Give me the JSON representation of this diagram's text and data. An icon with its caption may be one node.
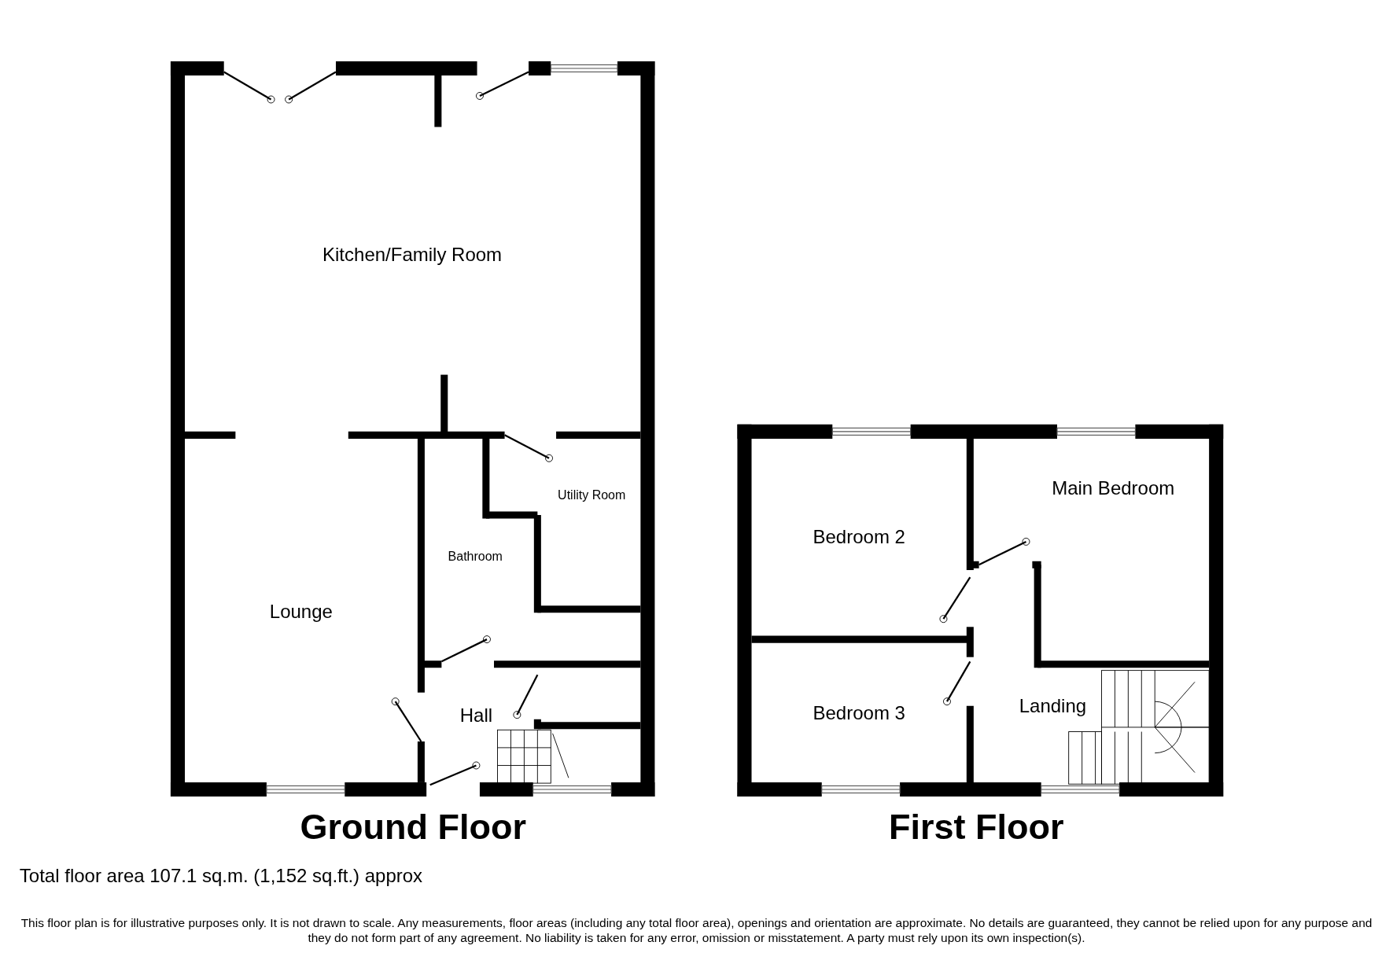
{
  "diagram": {
    "labels": [
      "Kitchen/Family Room",
      "Lounge",
      "Bathroom",
      "Utility Room",
      "Hall",
      "Bedroom 2",
      "Main Bedroom",
      "Bedroom 3",
      "Landing",
      "Ground Floor",
      "First Floor",
      "Total floor area 107.1 sq.m. (1,152 sq.ft.) approx",
      "This floor plan is for illustrative purposes only. It is not drawn to scale. Any measurements, floor areas (including any total floor area), openings and orientation are approximate. No details are guaranteed, they cannot be relied upon for any purpose and they do not form part of any agreement. No liability is taken for any error, omission or misstatement. A party must rely upon its own inspection(s)."
    ]
  }
}
